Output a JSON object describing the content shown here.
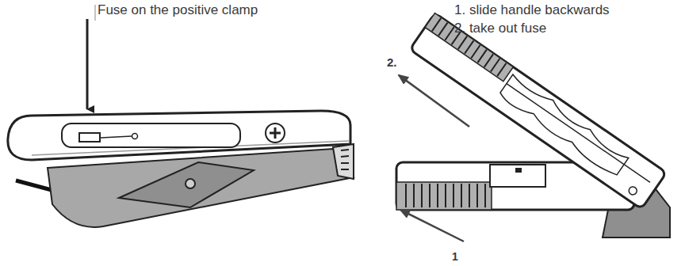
{
  "diagram": {
    "labels": [
      "Fuse on the positive clamp",
      "1. slide handle backwards",
      "2. take out fuse",
      "2.",
      "1"
    ]
  }
}
